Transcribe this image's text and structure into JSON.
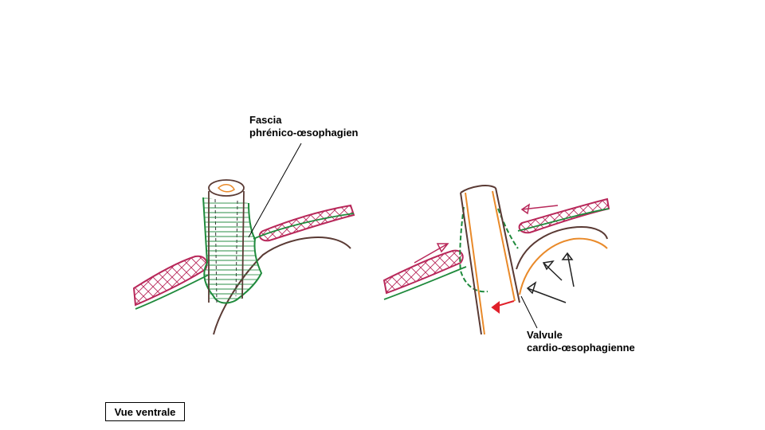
{
  "labels": {
    "fascia_line1": "Fascia",
    "fascia_line2": "phrénico-œsophagien",
    "valvule_line1": "Valvule",
    "valvule_line2": "cardio-œsophagienne",
    "view": "Vue ventrale"
  },
  "colors": {
    "muscle": "#b8285a",
    "fascia": "#1f8a3c",
    "outline": "#5a3a34",
    "esophagus": "#e98a2a",
    "arrow_red": "#e0202a",
    "arrow_dark": "#222222"
  }
}
